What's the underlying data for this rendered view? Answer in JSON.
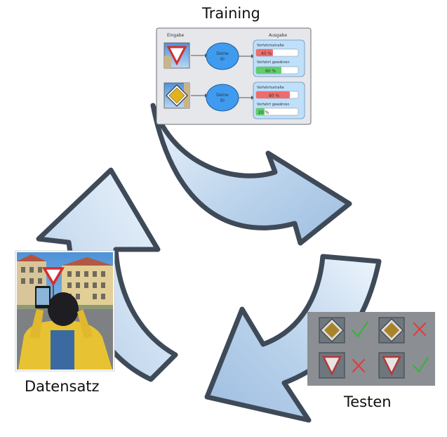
{
  "cycle": {
    "training_label": "Training",
    "dataset_label": "Datensatz",
    "testing_label": "Testen"
  },
  "training_panel": {
    "input_header": "Eingabe",
    "output_header": "Ausgabe",
    "rows": [
      {
        "ai_label_line1": "Deine",
        "ai_label_line2": "KI",
        "output_1_name": "Vorfahrtsstraße",
        "output_1_value": "40 %",
        "output_1_fraction": 0.4,
        "output_1_color": "#f26b6b",
        "output_2_name": "Vorfahrt gewähren",
        "output_2_value": "60 %",
        "output_2_fraction": 0.6,
        "output_2_color": "#5fcf6a",
        "input_sign": "yield-sign"
      },
      {
        "ai_label_line1": "Deine",
        "ai_label_line2": "KI",
        "output_1_name": "Vorfahrtsstraße",
        "output_1_value": "80 %",
        "output_1_fraction": 0.8,
        "output_1_color": "#f26b6b",
        "output_2_name": "Vorfahrt gewähren",
        "output_2_value": "20 %",
        "output_2_fraction": 0.2,
        "output_2_color": "#5fcf6a",
        "input_sign": "priority-road-sign"
      }
    ]
  },
  "testing_panel": {
    "results": [
      {
        "sign": "priority-road-sign",
        "result": "correct"
      },
      {
        "sign": "priority-road-sign",
        "result": "wrong"
      },
      {
        "sign": "yield-sign",
        "result": "wrong"
      },
      {
        "sign": "yield-sign",
        "result": "correct"
      }
    ],
    "check_color": "#3cb043",
    "cross_color": "#e03c3c"
  },
  "colors": {
    "arrow_fill_light": "#e6f0fa",
    "arrow_fill_dark": "#a9c6e4",
    "arrow_outline": "#3e4a58",
    "ai_circle": "#3f9bef",
    "output_box": "#bfe0fb",
    "panel_bg": "#e5e7eb",
    "testing_bg": "#8b8f93"
  }
}
